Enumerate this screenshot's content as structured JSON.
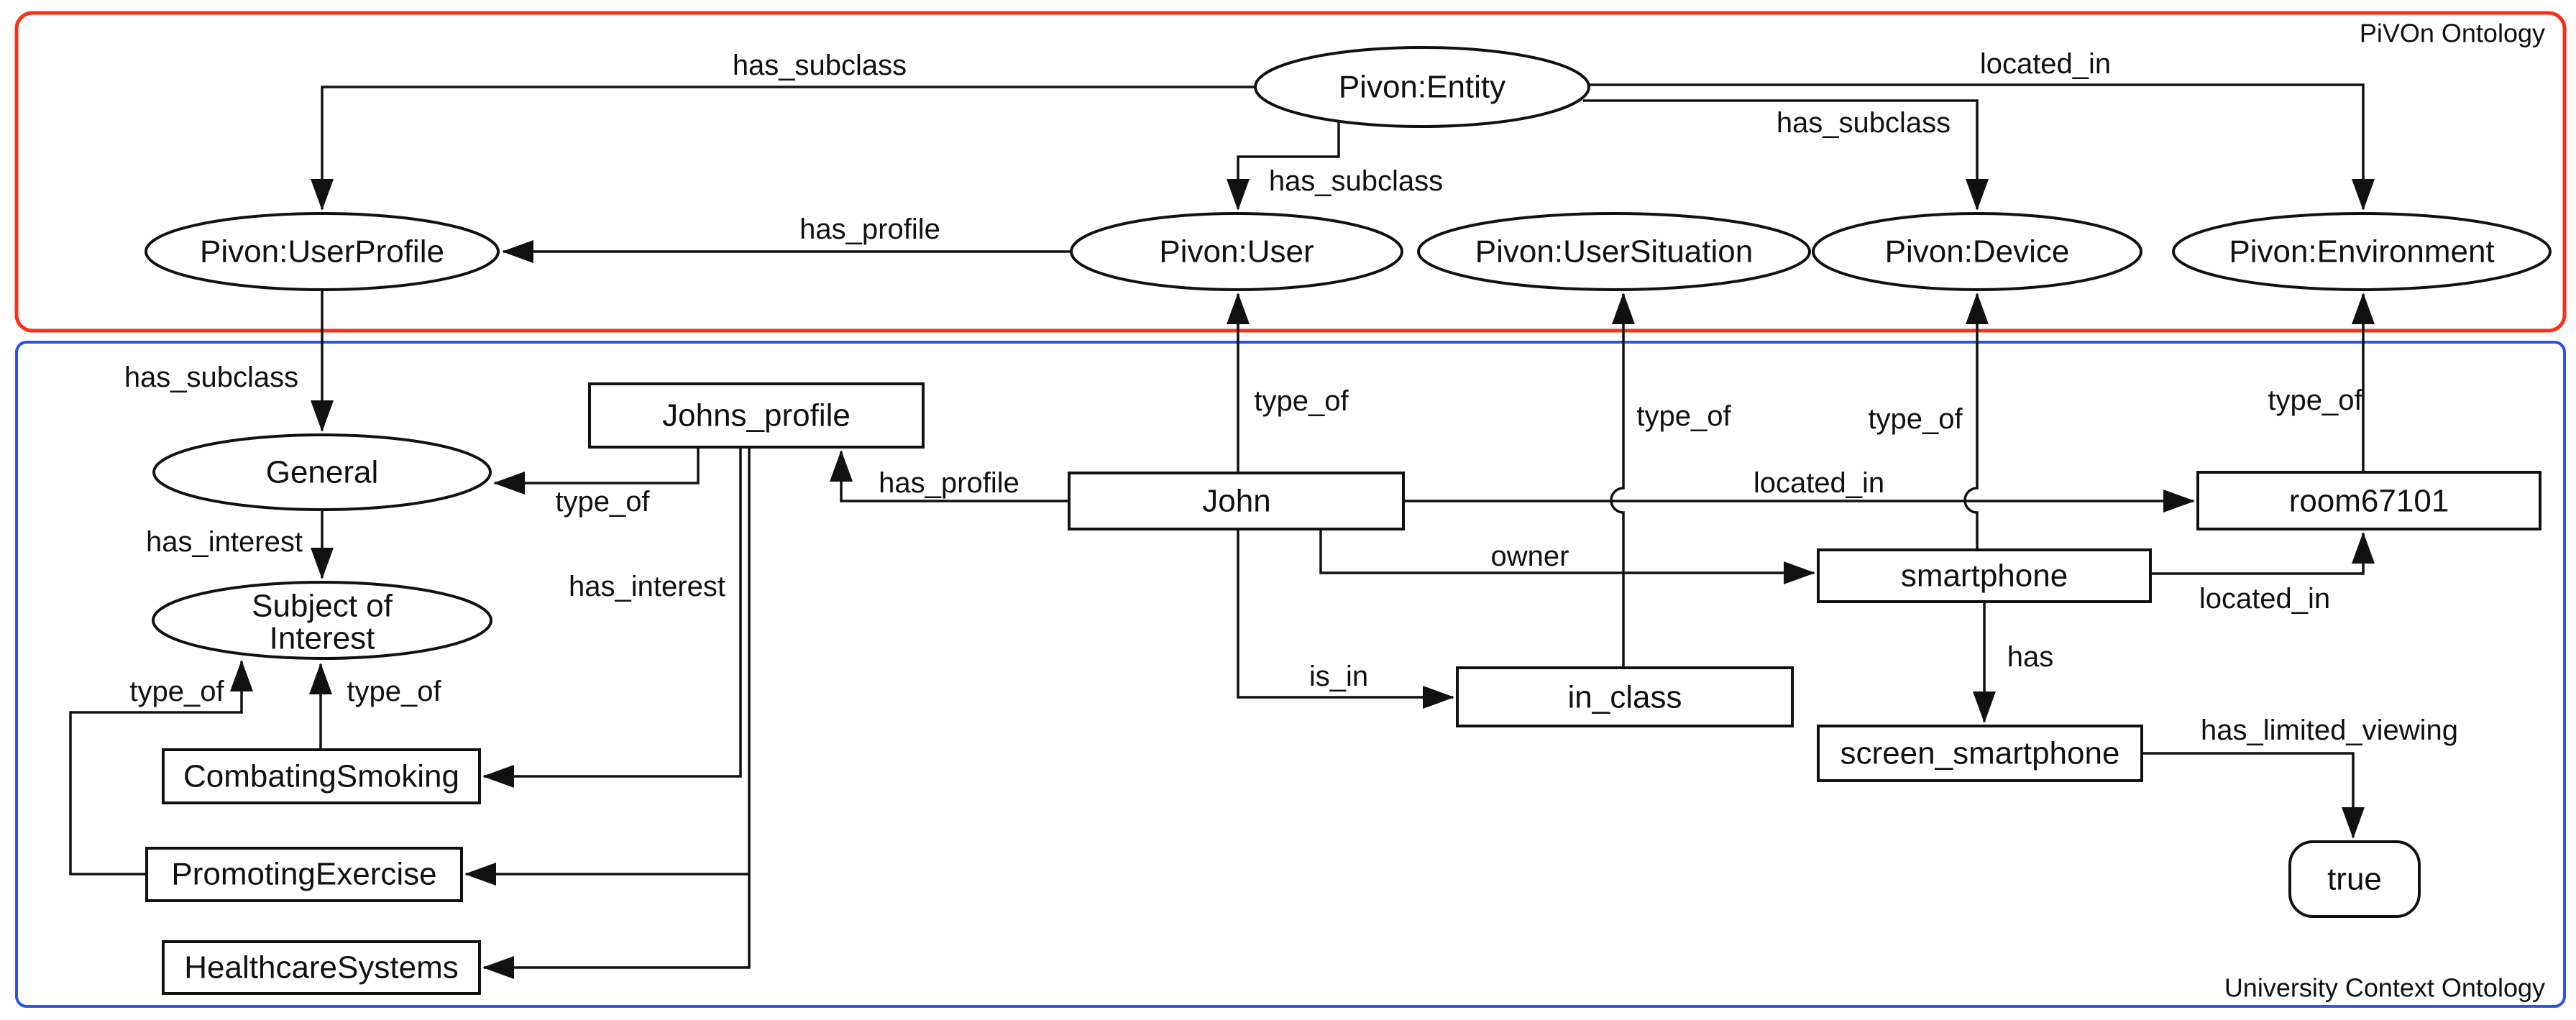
{
  "frames": {
    "pivon": {
      "label": "PiVOn Ontology",
      "border_color": "#f93015"
    },
    "university": {
      "label": "University Context Ontology",
      "border_color": "#2a52f0"
    }
  },
  "nodes": {
    "entity": {
      "label": "Pivon:Entity",
      "shape": "ellipse"
    },
    "user_profile": {
      "label": "Pivon:UserProfile",
      "shape": "ellipse"
    },
    "user": {
      "label": "Pivon:User",
      "shape": "ellipse"
    },
    "user_situation": {
      "label": "Pivon:UserSituation",
      "shape": "ellipse"
    },
    "device": {
      "label": "Pivon:Device",
      "shape": "ellipse"
    },
    "environment": {
      "label": "Pivon:Environment",
      "shape": "ellipse"
    },
    "johns_profile": {
      "label": "Johns_profile",
      "shape": "rect"
    },
    "general": {
      "label": "General",
      "shape": "ellipse"
    },
    "subject_of_interest": {
      "label_line1": "Subject of",
      "label_line2": "Interest",
      "shape": "ellipse"
    },
    "combating_smoking": {
      "label": "CombatingSmoking",
      "shape": "rect"
    },
    "promoting_exercise": {
      "label": "PromotingExercise",
      "shape": "rect"
    },
    "healthcare_systems": {
      "label": "HealthcareSystems",
      "shape": "rect"
    },
    "john": {
      "label": "John",
      "shape": "rect"
    },
    "in_class": {
      "label": "in_class",
      "shape": "rect"
    },
    "smartphone": {
      "label": "smartphone",
      "shape": "rect"
    },
    "room": {
      "label": "room67101",
      "shape": "rect"
    },
    "screen_smartphone": {
      "label": "screen_smartphone",
      "shape": "rect"
    },
    "true_value": {
      "label": "true",
      "shape": "rounded-rect"
    }
  },
  "edge_labels": {
    "has_subclass_entity_userprofile": "has_subclass",
    "has_subclass_entity_user": "has_subclass",
    "located_in_entity_environment": "located_in",
    "has_subclass_entity_device": "has_subclass",
    "has_profile_user_userprofile": "has_profile",
    "has_subclass_userprofile_general": "has_subclass",
    "has_interest_general_subject": "has_interest",
    "type_of_johnsprofile_general": "type_of",
    "has_profile_john_johnsprofile": "has_profile",
    "has_interest_johnsprofile_boxes": "has_interest",
    "type_of_john_user": "type_of",
    "is_in_john_inclass": "is_in",
    "type_of_inclass_usersituation": "type_of",
    "type_of_smartphone_device": "type_of",
    "located_in_john_room": "located_in",
    "owner_john_smartphone": "owner",
    "has_smartphone_screen": "has",
    "located_in_smartphone_room": "located_in",
    "has_limited_viewing_screen_true": "has_limited_viewing",
    "type_of_combating_subject": "type_of",
    "type_of_promoting_subject": "type_of",
    "type_of_room_environment": "type_of"
  }
}
